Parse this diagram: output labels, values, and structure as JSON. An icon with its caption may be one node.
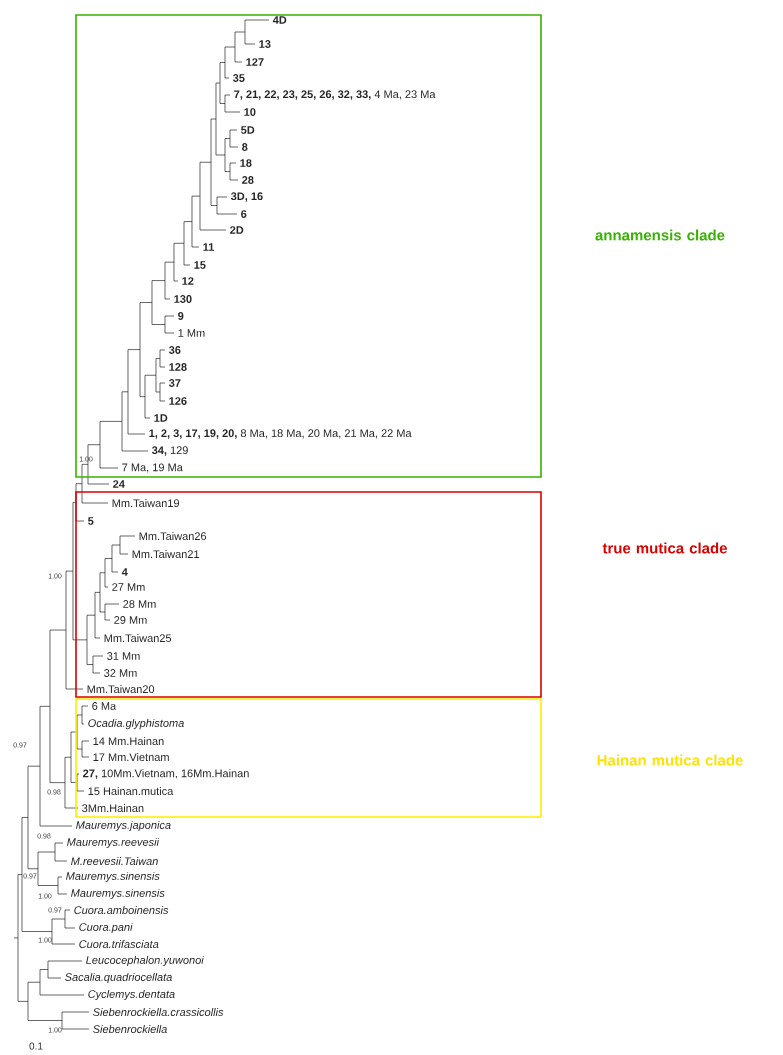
{
  "diagram": {
    "nodes": [
      {
        "text": [
          "annamensis clade"
        ]
      },
      {
        "text": [
          "true mutica clade"
        ]
      },
      {
        "text": [
          "Hainan mutica clade"
        ]
      }
    ],
    "labels": [
      "4D",
      "13",
      "127",
      "35",
      "**7, 21, 22, 23, 25, 26, 32, 33,** 4 Ma, 23 Ma",
      "10",
      "5D",
      "8",
      "18",
      "28",
      "3D, 16",
      "6",
      "2D",
      "11",
      "15",
      "12",
      "130",
      "9",
      "1 Mm",
      "36",
      "128",
      "37",
      "126",
      "1D",
      "**1, 2, 3, 17, 19, 20,** 8 Ma, 18 Ma, 20 Ma, 21 Ma, 22 Ma",
      "**34,** 129",
      "7 Ma, 19 Ma",
      "24",
      "Mm.Taiwan19",
      "5",
      "Mm.Taiwan26",
      "Mm.Taiwan21",
      "4",
      "27 Mm",
      "28 Mm",
      "29 Mm",
      "Mm.Taiwan25",
      "31 Mm",
      "32 Mm",
      "Mm.Taiwan20",
      "6 Ma",
      "Ocadia.glyphistoma",
      "14 Mm.Hainan",
      "17 Mm.Vietnam",
      "**27,** 10Mm.Vietnam, 16Mm.Hainan",
      "15 Hainan.mutica",
      "3Mm.Hainan",
      "Mauremys.japonica",
      "Mauremys.reevesii",
      "M.reevesii.Taiwan",
      "Mauremys.sinensis",
      "Mauremys.sinensis",
      "Cuora.amboinensis",
      "Cuora.pani",
      "Cuora.trifasciata",
      "Leucocephalon.yuwonoi",
      "Sacalia.quadriocellata",
      "Cyclemys.dentata",
      "Siebenrockiella.crassicollis",
      "Siebenrockiella",
      "1.00",
      "1.00",
      "0.97",
      "0.98",
      "0.98",
      "0.97",
      "1.00",
      "0.97",
      "1.00",
      "1.00",
      "0.1"
    ]
  }
}
